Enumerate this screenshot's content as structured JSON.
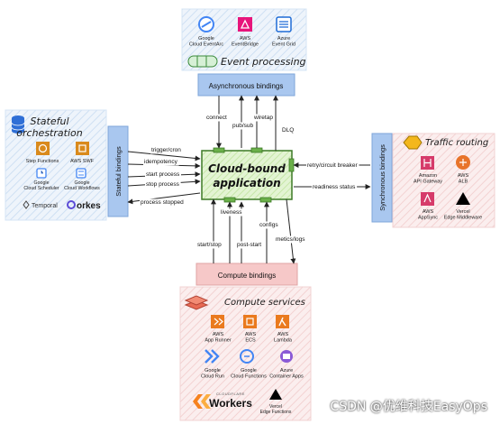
{
  "colors": {
    "blue_panel": "#ddeaf8",
    "binding_box": "#a9c7ef",
    "pink_panel": "#f8dede",
    "center_box": "#d7f0c0",
    "center_border": "#4b8a2f",
    "compute_box": "#f6c8c8",
    "port_green": "#6bb04a"
  },
  "event_processing": {
    "title": "Event processing",
    "services": [
      {
        "label": "Google\nCloud EventArc",
        "icon": "eventarc-icon"
      },
      {
        "label": "AWS\nEventBridge",
        "icon": "eventbridge-icon"
      },
      {
        "label": "Azure\nEvent Grid",
        "icon": "event-grid-icon"
      }
    ]
  },
  "async_bindings": {
    "label": "Asynchronous bindings"
  },
  "stateful_orchestration": {
    "title_line1": "Stateful",
    "title_line2": "orchestration",
    "services": [
      {
        "label": "Step Functions",
        "icon": "step-functions-icon"
      },
      {
        "label": "AWS SWF",
        "icon": "aws-swf-icon"
      },
      {
        "label": "Google\nCloud Scheduler",
        "icon": "cloud-scheduler-icon"
      },
      {
        "label": "Google\nCloud Workflows",
        "icon": "cloud-workflows-icon"
      },
      {
        "label": "Temporal",
        "icon": "temporal-icon"
      },
      {
        "label": "orkes",
        "icon": "orkes-icon"
      }
    ]
  },
  "stateful_bindings": {
    "label": "Stateful bindings"
  },
  "center": {
    "line1": "Cloud-bound",
    "line2": "application"
  },
  "traffic_routing": {
    "title": "Traffic routing",
    "services": [
      {
        "label": "Amazon\nAPI Gateway",
        "icon": "api-gateway-icon"
      },
      {
        "label": "AWS\nALB",
        "icon": "alb-icon"
      },
      {
        "label": "AWS\nAppSync",
        "icon": "appsync-icon"
      },
      {
        "label": "Vercel\nEdge Middleware",
        "icon": "vercel-icon"
      }
    ]
  },
  "sync_bindings": {
    "label": "Synchronous bindings"
  },
  "compute_bindings": {
    "label": "Compute bindings"
  },
  "compute_services": {
    "title": "Compute services",
    "services": [
      {
        "label": "AWS\nApp Runner",
        "icon": "app-runner-icon"
      },
      {
        "label": "AWS\nECS",
        "icon": "ecs-icon"
      },
      {
        "label": "AWS\nLambda",
        "icon": "lambda-icon"
      },
      {
        "label": "Google\nCloud Run",
        "icon": "cloud-run-icon"
      },
      {
        "label": "Google\nCloud Functions",
        "icon": "cloud-functions-icon"
      },
      {
        "label": "Azure\nContainer Apps",
        "icon": "container-apps-icon"
      },
      {
        "label": "Workers",
        "icon": "cloudflare-workers-icon",
        "brand": "CLOUDFLARE"
      },
      {
        "label": "Vercel\nEdge Functions",
        "icon": "vercel-edge-icon"
      }
    ]
  },
  "edges": {
    "connect": "connect",
    "pubsub": "pub/sub",
    "wiretap": "wiretap",
    "dlq": "DLQ",
    "trigger_cron": "trigger/cron",
    "idempotency": "idempotency",
    "start_process": "start process",
    "stop_process": "stop process",
    "process_stopped": "process stopped",
    "retry": "retry/circuit breaker",
    "readiness": "readiness status",
    "liveness": "liveness",
    "configs": "configs",
    "start_stop": "start/stop",
    "post_start": "post-start",
    "metrics": "metics/logs"
  },
  "watermark": "CSDN @优维科技EasyOps"
}
